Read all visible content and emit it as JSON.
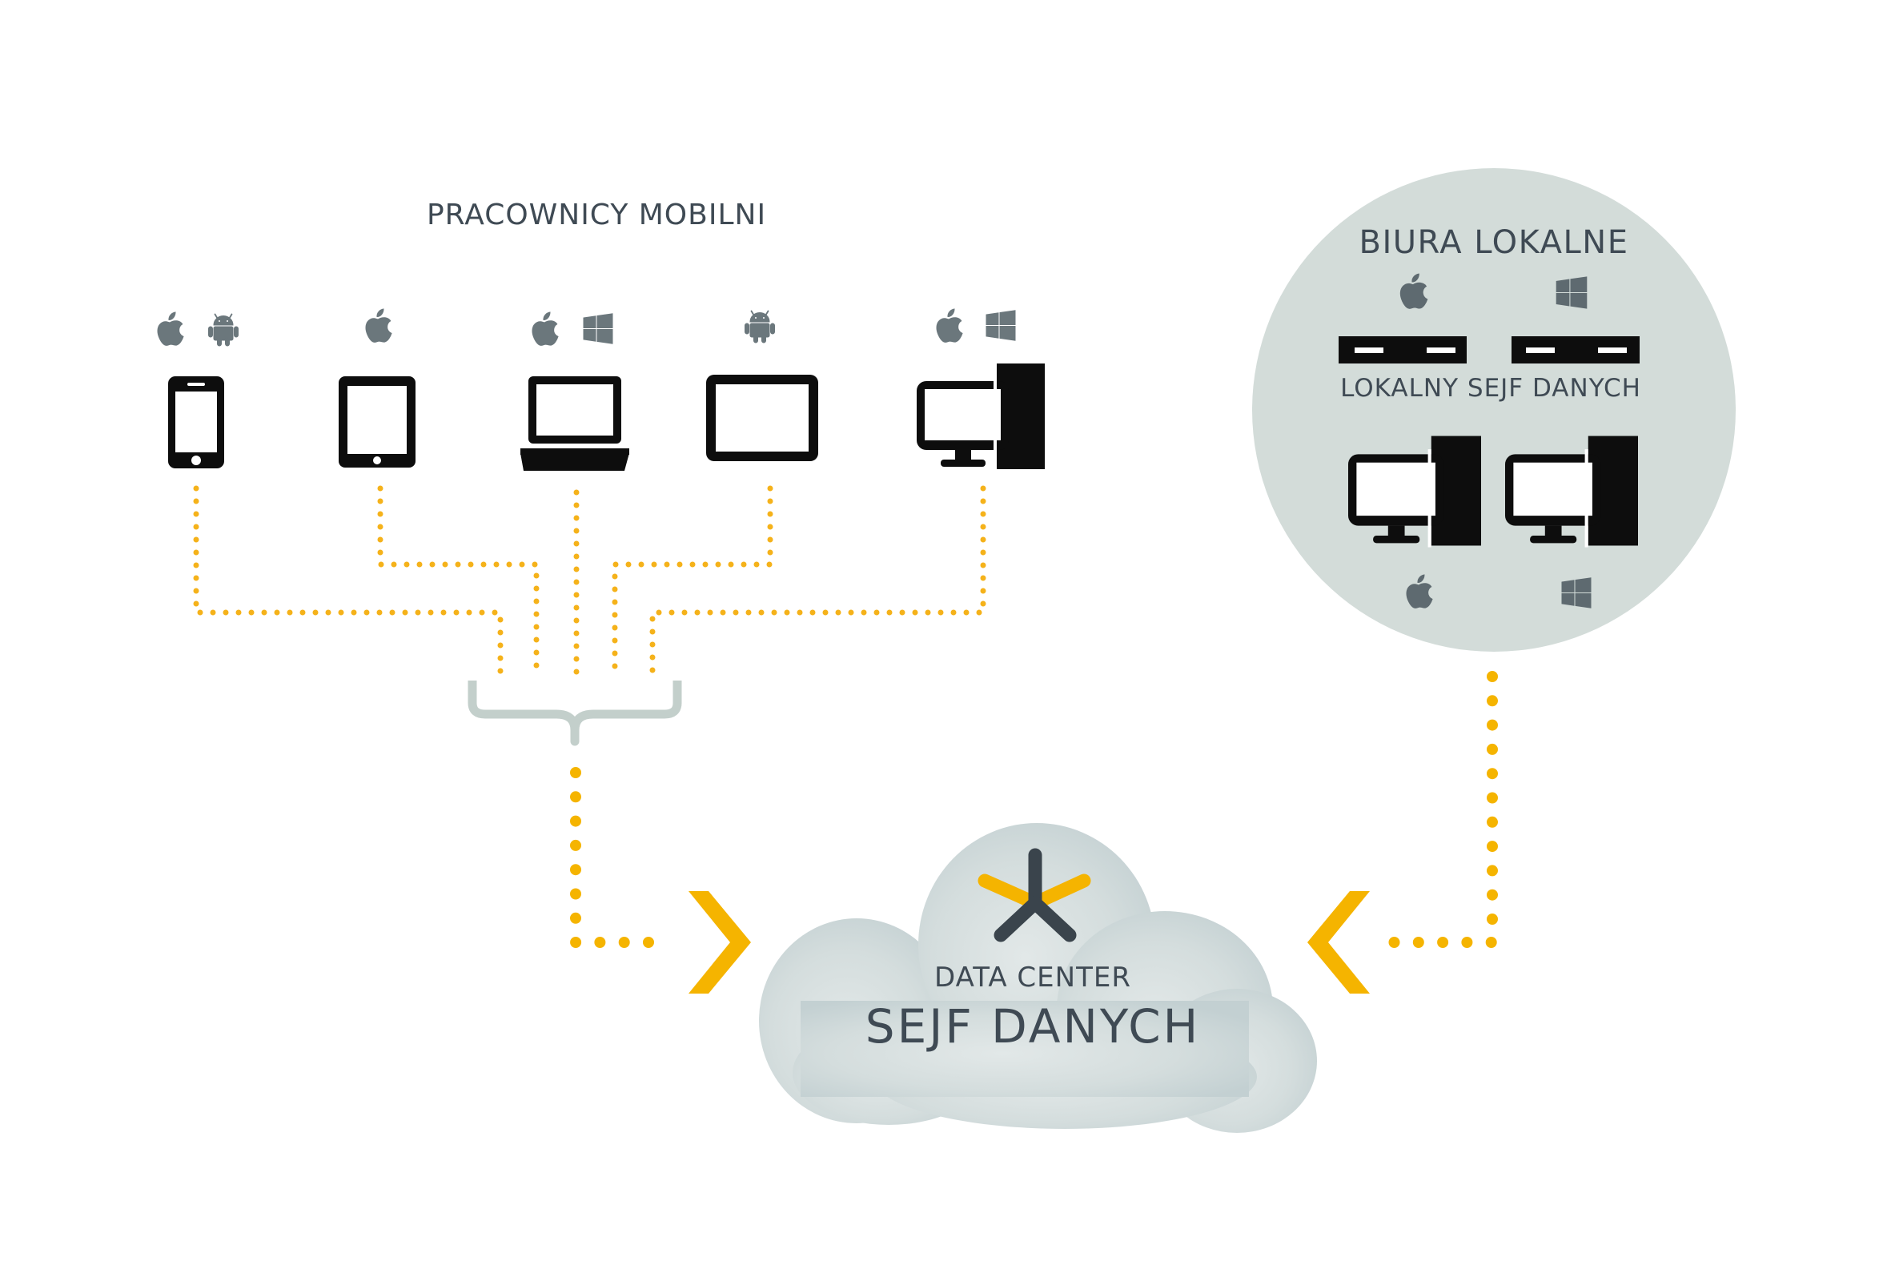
{
  "mobile": {
    "title": "PRACOWNICY MOBILNI",
    "devices": [
      {
        "type": "smartphone",
        "os": [
          "apple-icon",
          "android-icon"
        ]
      },
      {
        "type": "tablet-portrait",
        "os": [
          "apple-icon"
        ]
      },
      {
        "type": "laptop",
        "os": [
          "apple-icon",
          "windows-icon"
        ]
      },
      {
        "type": "tablet-landscape",
        "os": [
          "android-icon"
        ]
      },
      {
        "type": "desktop",
        "os": [
          "apple-icon",
          "windows-icon"
        ]
      }
    ]
  },
  "offices": {
    "title": "BIURA LOKALNE",
    "vault_label": "LOKALNY SEJF DANYCH",
    "servers_os": [
      "apple-icon",
      "windows-icon"
    ],
    "desktops_os": [
      "apple-icon",
      "windows-icon"
    ]
  },
  "datacenter": {
    "subtitle": "DATA CENTER",
    "title": "SEJF DANYCH"
  },
  "colors": {
    "connector": "#f5b21a",
    "arrow": "#f5b400",
    "bracket": "#c3cfcb",
    "circle": "#d3dcd9",
    "cloud": "#d6dfdf",
    "os_icon": "#6b777c",
    "device": "#0d0d0d",
    "text": "#3f4a54",
    "logo_dark": "#3a444c"
  }
}
